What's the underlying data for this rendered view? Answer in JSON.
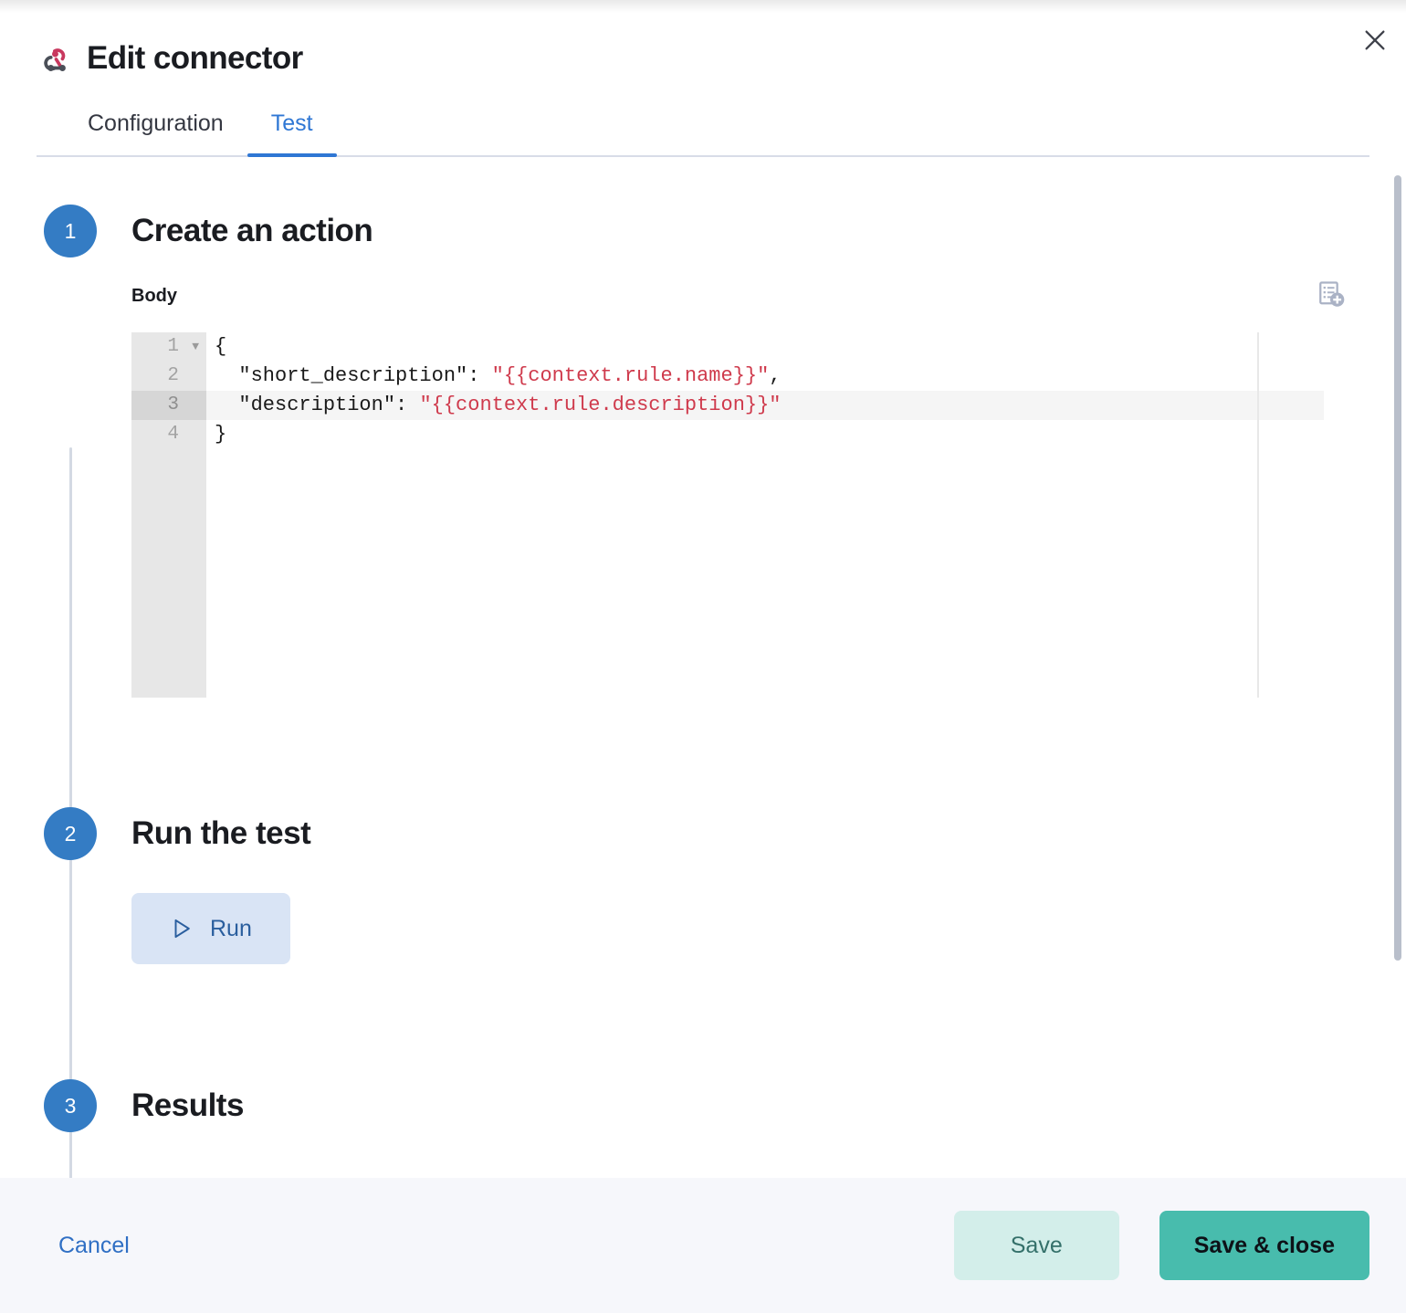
{
  "window": {
    "title": "Edit connector",
    "connector_icon": "webhook-icon",
    "close_icon": "close-icon",
    "icon_color_primary": "#c8385e",
    "icon_color_secondary": "#4b4f58"
  },
  "tabs": [
    {
      "id": "configuration",
      "label": "Configuration",
      "active": false
    },
    {
      "id": "test",
      "label": "Test",
      "active": true
    }
  ],
  "accent_color": "#2f77d4",
  "steps": [
    {
      "number": "1",
      "title": "Create an action"
    },
    {
      "number": "2",
      "title": "Run the test"
    },
    {
      "number": "3",
      "title": "Results"
    }
  ],
  "body_field": {
    "label": "Body",
    "add_variable_icon": "add-list-item-icon",
    "editor": {
      "active_line": 3,
      "lines": [
        {
          "number": "1",
          "foldable": true,
          "tokens": [
            {
              "text": "{",
              "type": "plain"
            }
          ]
        },
        {
          "number": "2",
          "foldable": false,
          "tokens": [
            {
              "text": "  \"short_description\": ",
              "type": "plain"
            },
            {
              "text": "\"{{context.rule.name}}\"",
              "type": "string"
            },
            {
              "text": ",",
              "type": "plain"
            }
          ]
        },
        {
          "number": "3",
          "foldable": false,
          "tokens": [
            {
              "text": "  \"description\": ",
              "type": "plain"
            },
            {
              "text": "\"{{context.rule.description}}\"",
              "type": "string"
            }
          ]
        },
        {
          "number": "4",
          "foldable": false,
          "tokens": [
            {
              "text": "}",
              "type": "plain"
            }
          ]
        }
      ],
      "string_color": "#cf3a4c",
      "plain_color": "#1a1a1a"
    }
  },
  "run": {
    "label": "Run",
    "icon": "play-icon",
    "background": "#d9e4f5",
    "text_color": "#2a5e9e"
  },
  "footer": {
    "cancel_label": "Cancel",
    "save_label": "Save",
    "save_close_label": "Save & close",
    "save_color": "#d3eeea",
    "save_close_color": "#48bcad"
  }
}
